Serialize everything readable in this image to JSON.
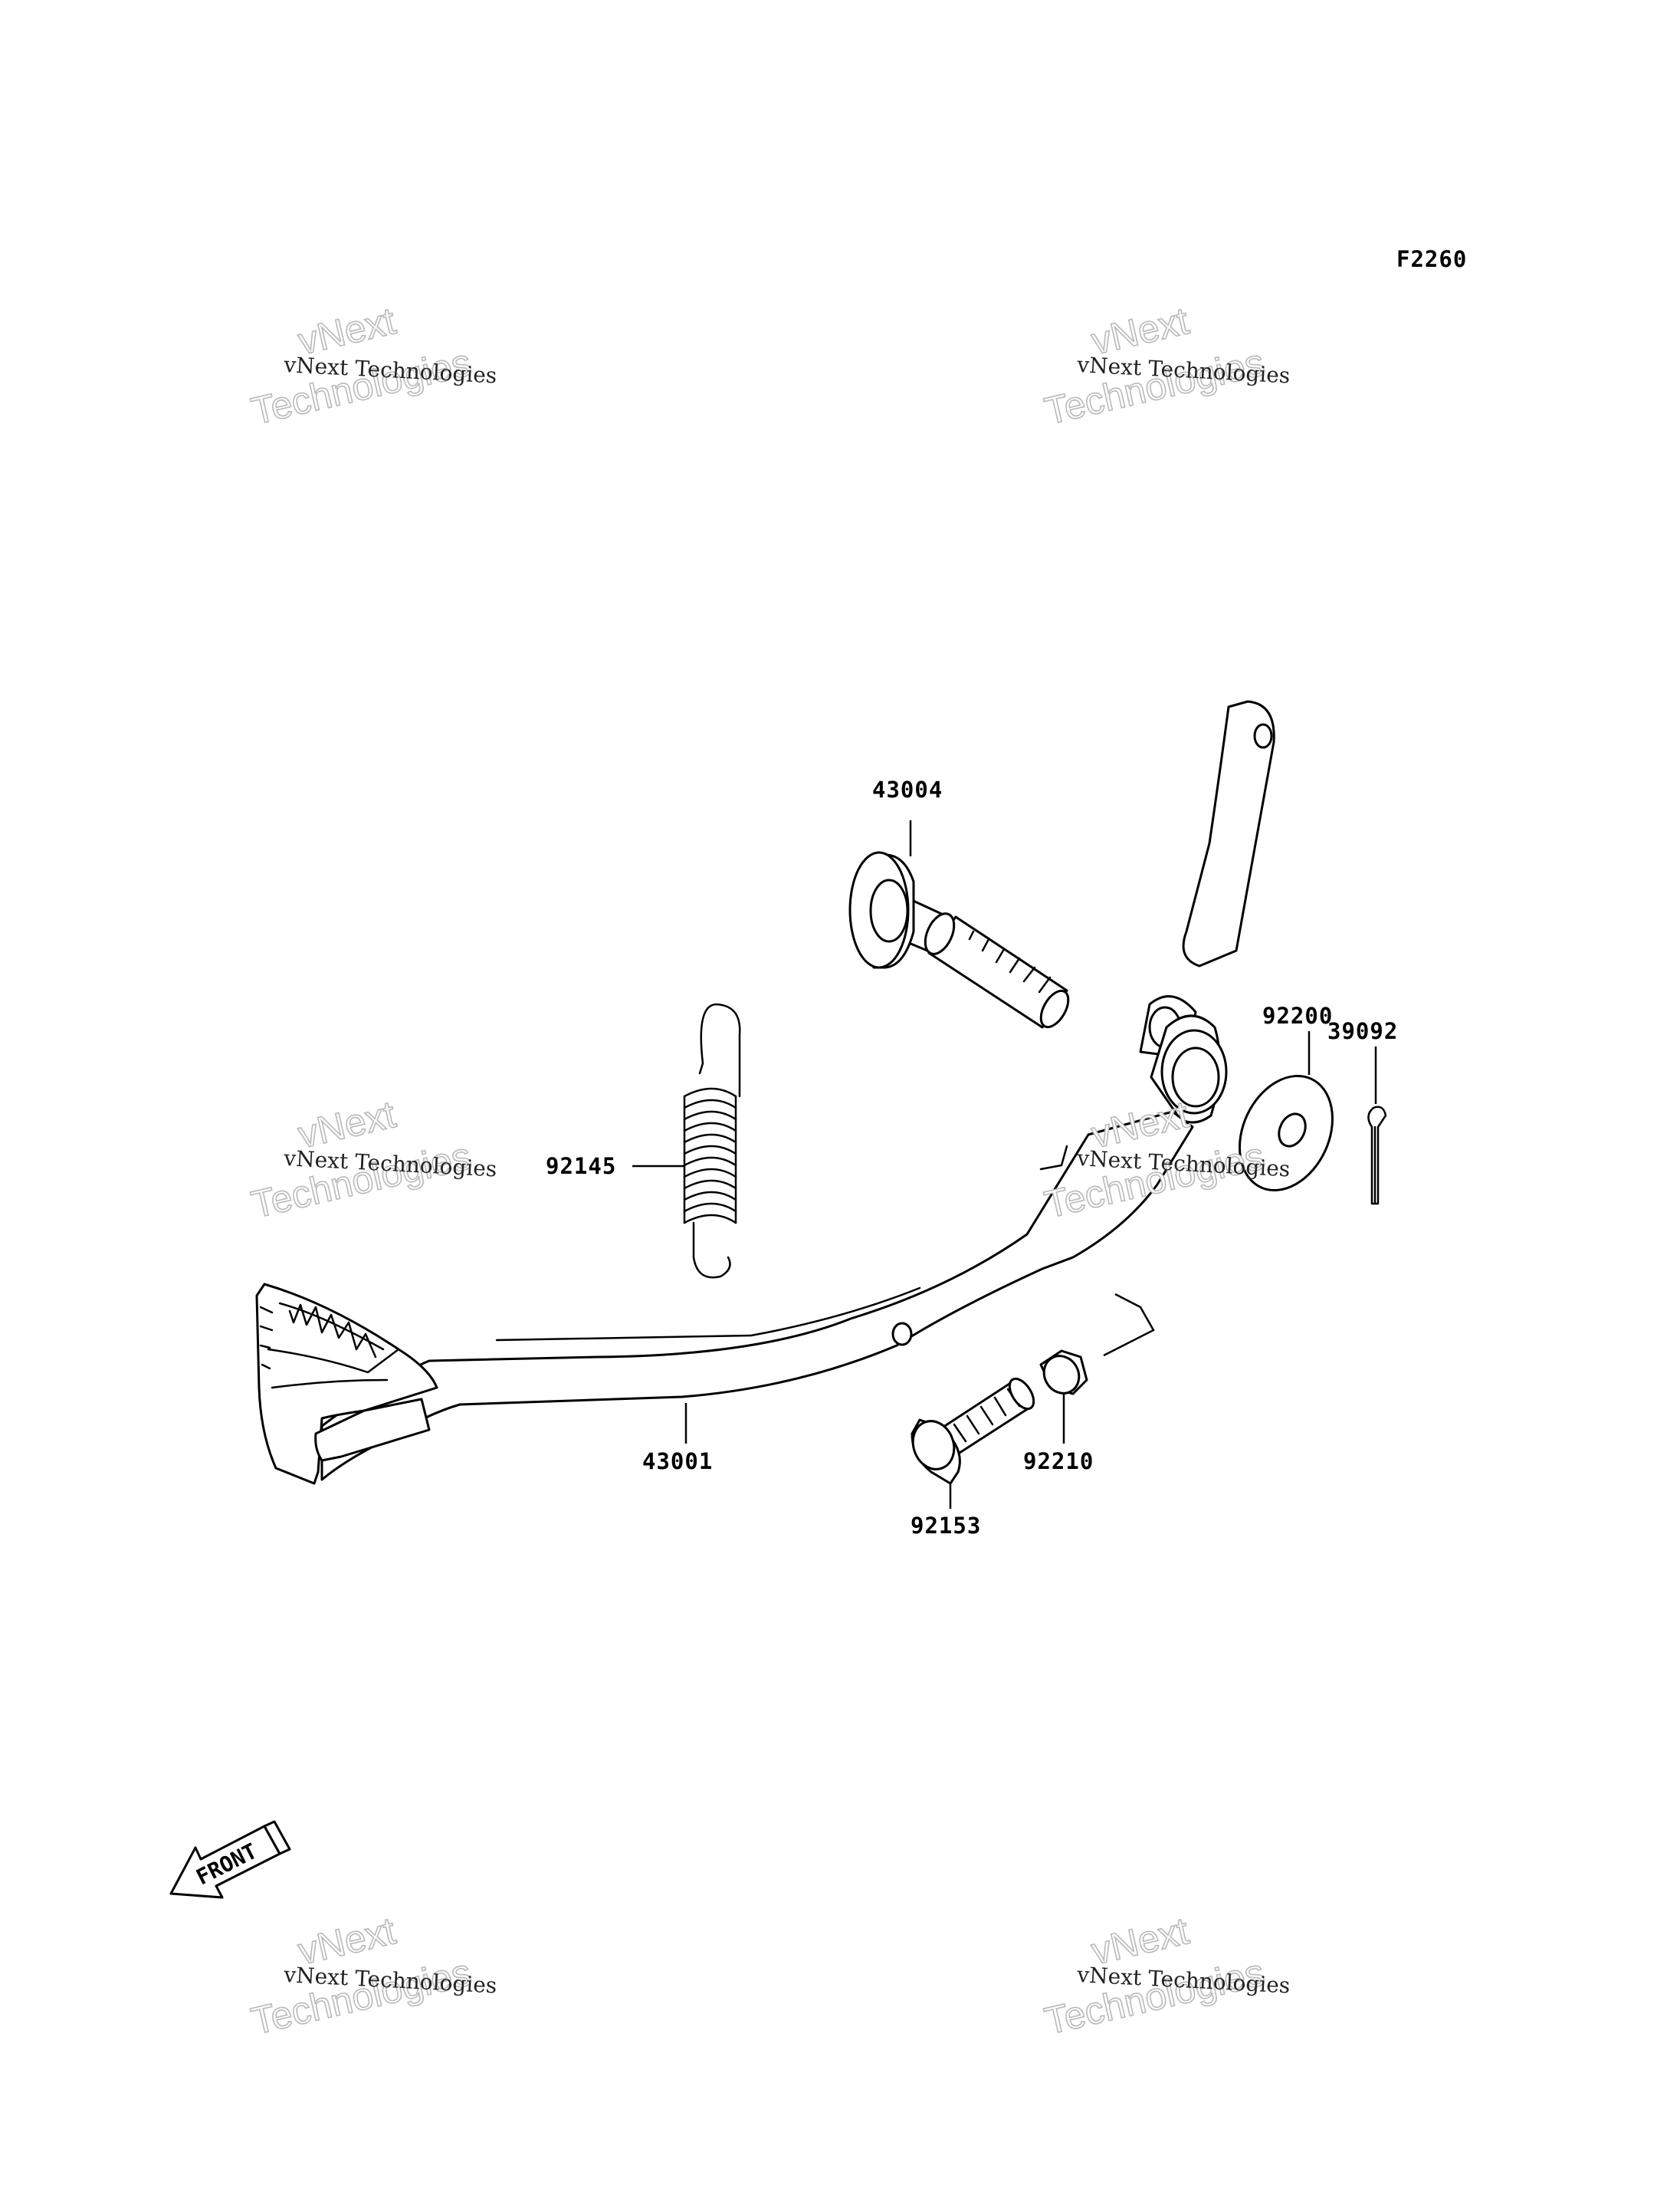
{
  "figure_code": "F2260",
  "callouts": {
    "c43004": "43004",
    "c92200": "92200",
    "c39092": "39092",
    "c92145": "92145",
    "c43001": "43001",
    "c92210": "92210",
    "c92153": "92153"
  },
  "front_arrow_label": "FRONT",
  "watermark": {
    "line_small": "vNext Technologies",
    "big_line1": "vNext",
    "big_line2": "Technologies"
  }
}
